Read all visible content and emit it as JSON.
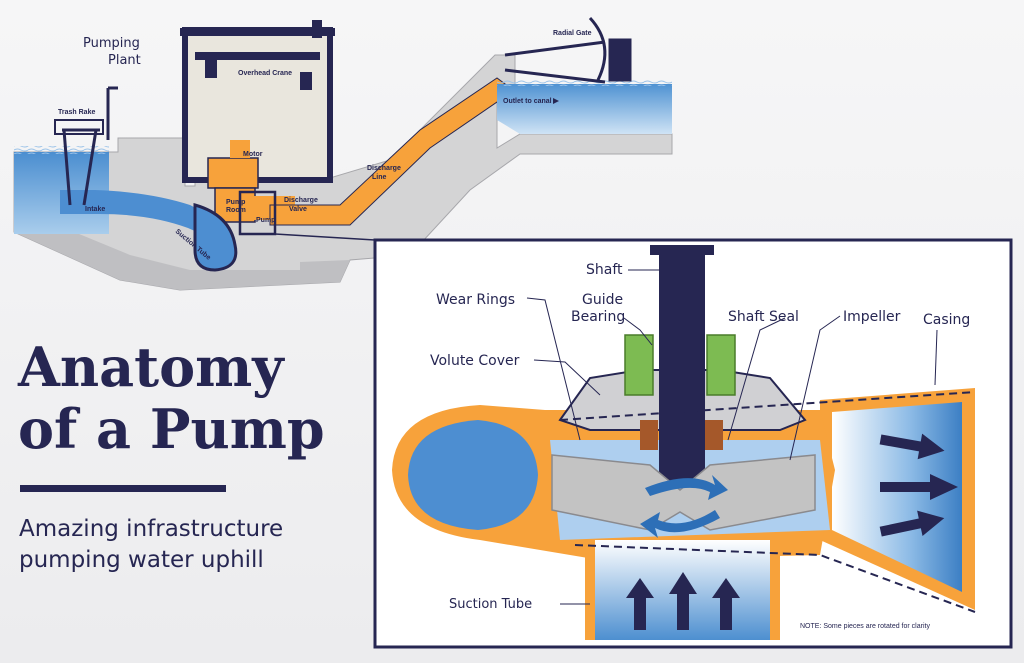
{
  "heading": {
    "line1": "Anatomy",
    "line2": "of a Pump"
  },
  "subtitle": {
    "line1": "Amazing infrastructure",
    "line2": "pumping water uphill"
  },
  "plant": {
    "title_line1": "Pumping",
    "title_line2": "Plant",
    "labels": {
      "trash_rake": "Trash Rake",
      "overhead_crane": "Overhead Crane",
      "radial_gate": "Radial Gate",
      "outlet_to_canal": "Outlet to canal",
      "motor": "Motor",
      "discharge_line_1": "Discharge",
      "discharge_line_2": "Line",
      "pump_room_1": "Pump",
      "pump_room_2": "Room",
      "pump": "Pump",
      "discharge_valve_1": "Discharge",
      "discharge_valve_2": "Valve",
      "intake": "Intake",
      "suction_tube": "Suction Tube"
    }
  },
  "pump_detail": {
    "labels": {
      "shaft": "Shaft",
      "wear_rings": "Wear Rings",
      "guide_bearing_1": "Guide",
      "guide_bearing_2": "Bearing",
      "shaft_seal": "Shaft Seal",
      "impeller": "Impeller",
      "casing": "Casing",
      "volute_cover": "Volute Cover",
      "suction_tube": "Suction Tube"
    },
    "note": "NOTE: Some pieces are rotated for clarity"
  },
  "colors": {
    "navy": "#262652",
    "orange": "#f7a23b",
    "water": "#5b9bd5",
    "concrete": "#d2d2d2",
    "bearing_green": "#7dbb52",
    "seal_brown": "#a5582a",
    "impeller_gray": "#c3c3c3"
  },
  "icons": [
    "arrow-right-icon",
    "arrow-up-icon",
    "rotation-arrow-icon"
  ]
}
